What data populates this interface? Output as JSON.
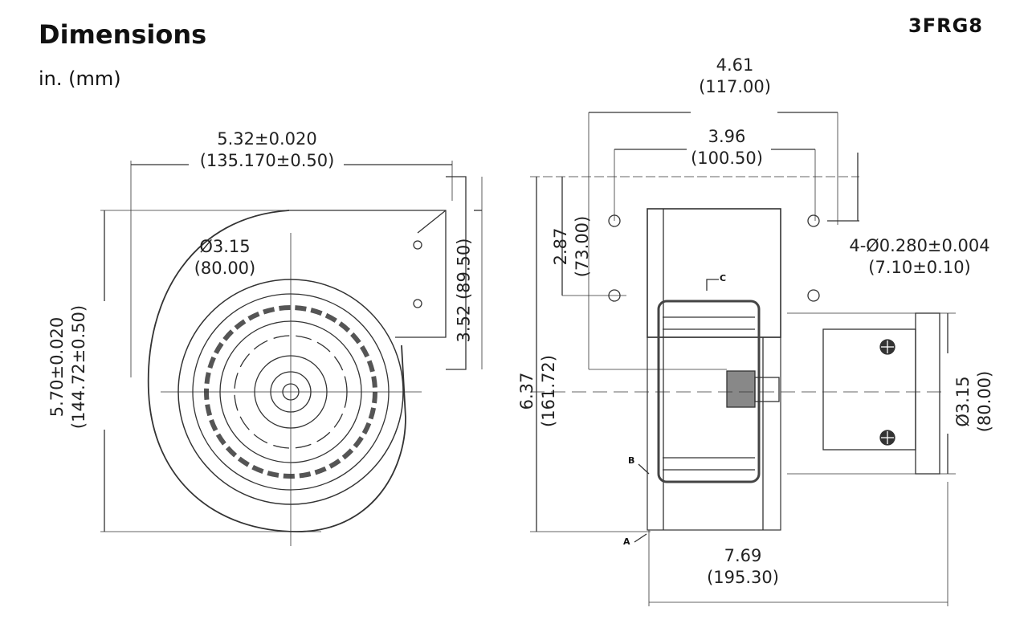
{
  "header": {
    "title": "Dimensions",
    "units": "in. (mm)",
    "model": "3FRG8"
  },
  "front_view": {
    "width": {
      "in": "5.32±0.020",
      "mm": "(135.170±0.50)"
    },
    "inlet_diameter": {
      "in": "Ø3.15",
      "mm": "(80.00)"
    },
    "outlet_height": "3.52 (89.50)",
    "height": {
      "in": "5.70±0.020",
      "mm": "(144.72±0.50)"
    }
  },
  "side_view": {
    "overall_width": {
      "in": "4.61",
      "mm": "(117.00)"
    },
    "hole_spacing_h": {
      "in": "3.96",
      "mm": "(100.50)"
    },
    "hole_spacing_v": {
      "in": "2.87",
      "mm": "(73.00)"
    },
    "holes": {
      "in": "4-Ø0.280±0.004",
      "mm": "(7.10±0.10)"
    },
    "overall_height": {
      "in": "6.37",
      "mm": "(161.72)"
    },
    "motor_diameter": {
      "in": "Ø3.15",
      "mm": "(80.00)"
    },
    "depth": {
      "in": "7.69",
      "mm": "(195.30)"
    },
    "callouts": [
      "A",
      "B",
      "C"
    ]
  }
}
